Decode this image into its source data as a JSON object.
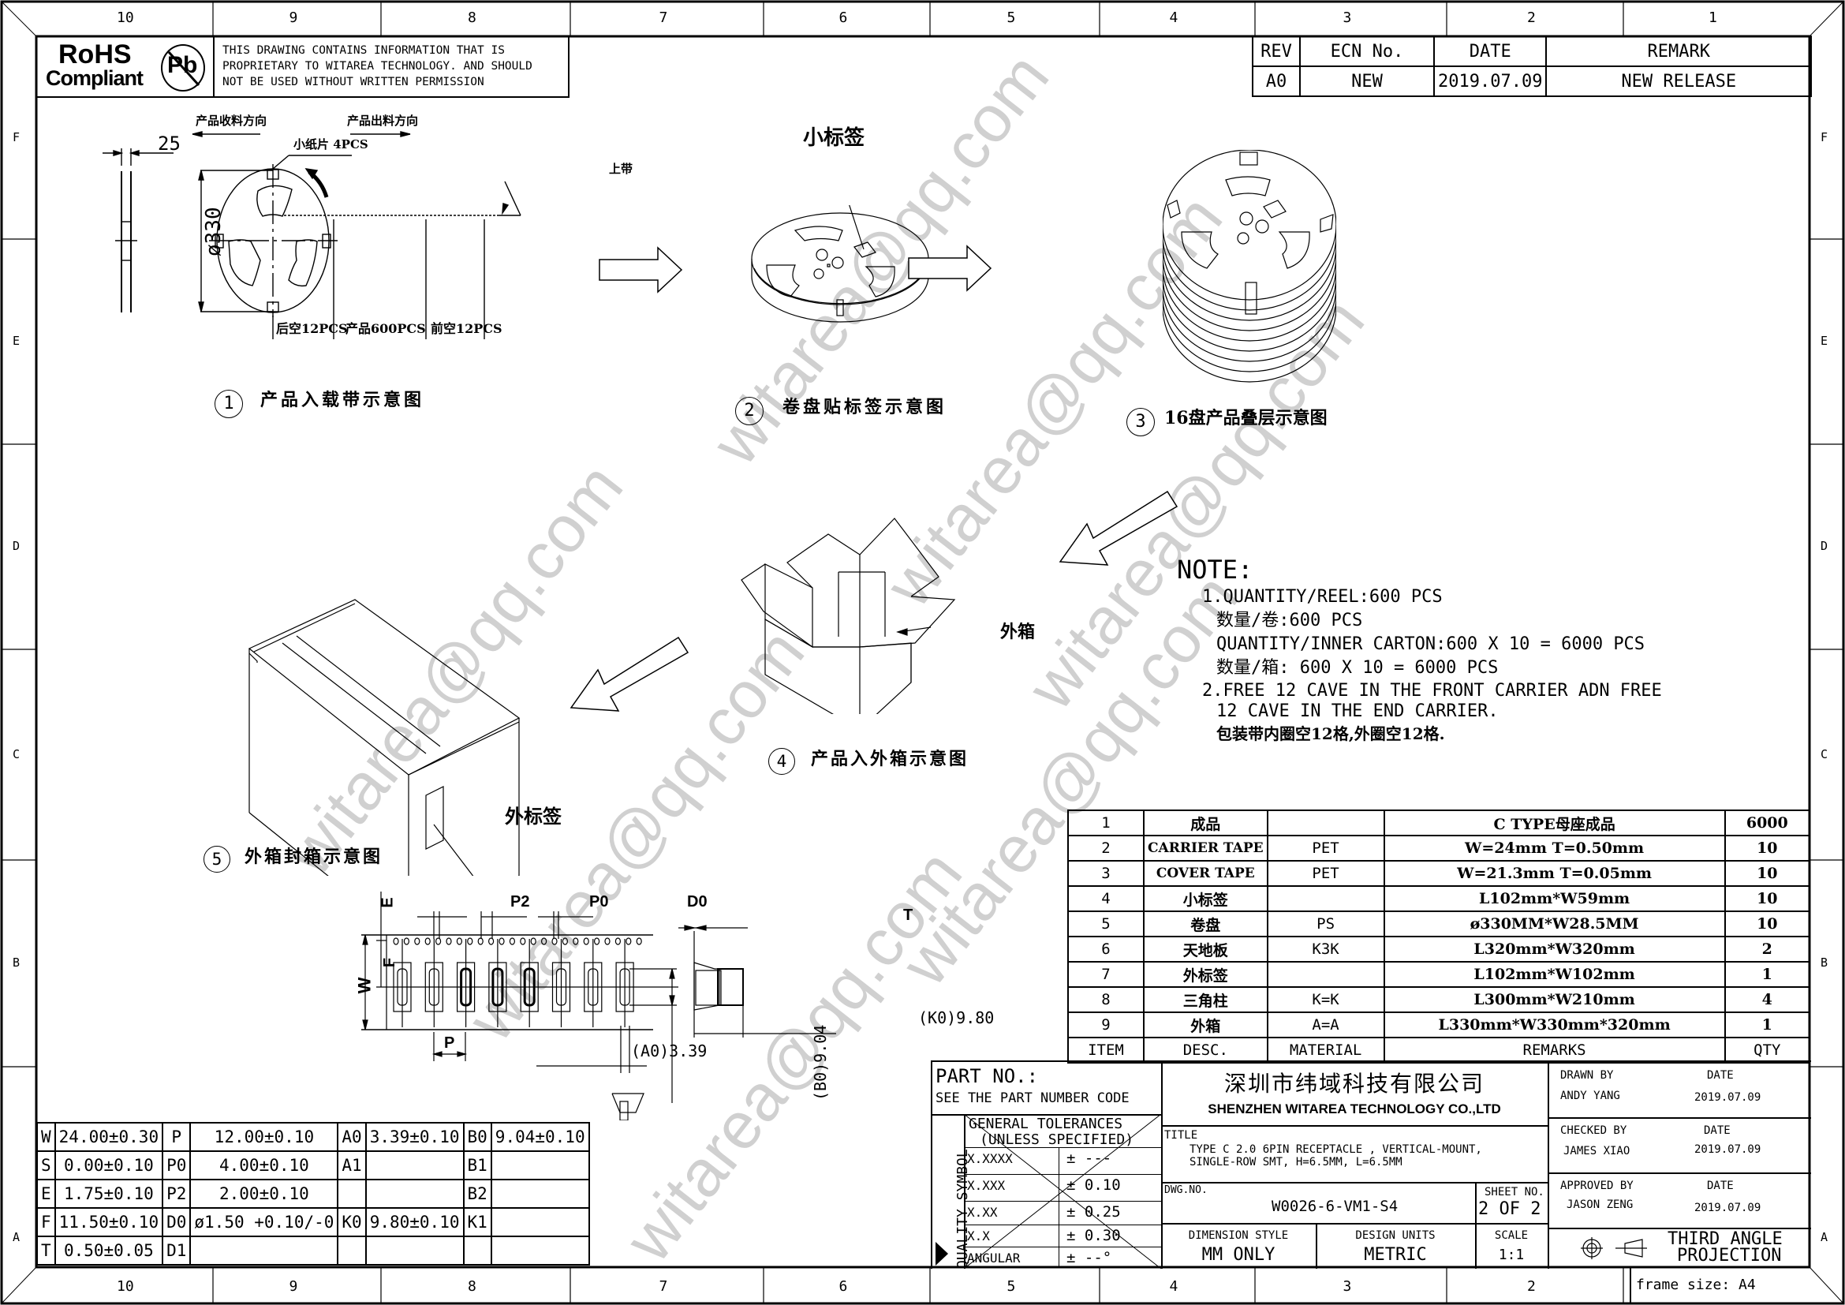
{
  "ruler": {
    "columns_top": [
      "10",
      "9",
      "8",
      "7",
      "6",
      "5",
      "4",
      "3",
      "2",
      "1"
    ],
    "columns_bottom": [
      "10",
      "9",
      "8",
      "7",
      "6",
      "5",
      "4",
      "3",
      "2"
    ],
    "rows": [
      "F",
      "E",
      "D",
      "C",
      "B",
      "A"
    ]
  },
  "rohs": {
    "line1": "RoHS",
    "line2": "Compliant",
    "pb_symbol": "Pb",
    "notice": [
      "THIS DRAWING CONTAINS INFORMATION THAT IS",
      "PROPRIETARY TO WITAREA TECHNOLOGY. AND SHOULD",
      "NOT BE USED WITHOUT WRITTEN PERMISSION"
    ]
  },
  "revision": {
    "headers": [
      "REV",
      "ECN No.",
      "DATE",
      "REMARK"
    ],
    "rows": [
      [
        "A0",
        "NEW",
        "2019.07.09",
        "NEW RELEASE"
      ]
    ]
  },
  "figure1": {
    "dim_width": "25",
    "dim_diameter": "ø330",
    "dir_in": "产品收料方向",
    "dir_out": "产品出料方向",
    "paper_label": "小纸片 4PCS",
    "cover_tape": "上带",
    "seg_rear": "后空12PCS",
    "seg_product": "产品600PCS",
    "seg_front": "前空12PCS",
    "number": "1",
    "caption": "产品入载带示意图"
  },
  "figure2": {
    "label": "小标签",
    "number": "2",
    "caption": "卷盘贴标签示意图"
  },
  "figure3": {
    "number": "3",
    "caption": "16盘产品叠层示意图"
  },
  "figure4": {
    "label": "外箱",
    "number": "4",
    "caption": "产品入外箱示意图"
  },
  "figure5": {
    "label": "外标签",
    "number": "5",
    "caption": "外箱封箱示意图"
  },
  "note": {
    "title": "NOTE:",
    "lines": [
      "1.QUANTITY/REEL:600 PCS",
      "数量/卷:600 PCS",
      "QUANTITY/INNER CARTON:600 X 10 = 6000 PCS",
      "数量/箱: 600 X 10 = 6000  PCS",
      "2.FREE 12 CAVE IN THE FRONT CARRIER  ADN FREE",
      "12 CAVE IN THE END CARRIER.",
      "包装带内圈空12格,外圈空12格."
    ]
  },
  "bom": {
    "headers": [
      "ITEM",
      "DESC.",
      "MATERIAL",
      "REMARKS",
      "QTY"
    ],
    "rows": [
      [
        "1",
        "成品",
        "",
        "C TYPE母座成品",
        "6000"
      ],
      [
        "2",
        "CARRIER TAPE",
        "PET",
        "W=24mm T=0.50mm",
        "10"
      ],
      [
        "3",
        "COVER TAPE",
        "PET",
        "W=21.3mm T=0.05mm",
        "10"
      ],
      [
        "4",
        "小标签",
        "",
        "L102mm*W59mm",
        "10"
      ],
      [
        "5",
        "卷盘",
        "PS",
        "ø330MM*W28.5MM",
        "10"
      ],
      [
        "6",
        "天地板",
        "K3K",
        "L320mm*W320mm",
        "2"
      ],
      [
        "7",
        "外标签",
        "",
        "L102mm*W102mm",
        "1"
      ],
      [
        "8",
        "三角柱",
        "K=K",
        "L300mm*W210mm",
        "4"
      ],
      [
        "9",
        "外箱",
        "A=A",
        "L330mm*W330mm*320mm",
        "1"
      ]
    ]
  },
  "tape_drawing": {
    "labels": {
      "E": "E",
      "F": "F",
      "W": "W",
      "P": "P",
      "P0": "P0",
      "P2": "P2",
      "D0": "D0",
      "T": "T"
    },
    "a0": "(A0)3.39",
    "b0": "(B0)9.04",
    "k0": "(K0)9.80"
  },
  "tape_dims": {
    "rows": [
      [
        "W",
        "24.00±0.30",
        "P",
        "12.00±0.10",
        "A0",
        "3.39±0.10",
        "B0",
        "9.04±0.10"
      ],
      [
        "S",
        "0.00±0.10",
        "P0",
        "4.00±0.10",
        "A1",
        "",
        "B1",
        ""
      ],
      [
        "E",
        "1.75±0.10",
        "P2",
        "2.00±0.10",
        "",
        "",
        "B2",
        ""
      ],
      [
        "F",
        "11.50±0.10",
        "D0",
        "ø1.50 +0.10/-0",
        "K0",
        "9.80±0.10",
        "K1",
        ""
      ],
      [
        "T",
        "0.50±0.05",
        "D1",
        "",
        "",
        "",
        "",
        ""
      ]
    ]
  },
  "title_block": {
    "part_no_label": "PART NO.:",
    "part_no_value": "SEE THE PART NUMBER CODE",
    "company_cn": "深圳市纬域科技有限公司",
    "company_en": "SHENZHEN WITAREA TECHNOLOGY CO.,LTD",
    "quality_symbol": "QUALITY SYMBOL",
    "tolerance_title": "GENERAL TOLERANCES",
    "tolerance_sub": "(UNLESS SPECIFIED)",
    "tolerances": [
      [
        "X.XXXX",
        "± ---"
      ],
      [
        "X.XXX",
        "± 0.10"
      ],
      [
        "X.XX",
        "± 0.25"
      ],
      [
        "X.X",
        "± 0.30"
      ],
      [
        "ANGULAR",
        "± --°"
      ]
    ],
    "title_label": "TITLE",
    "title_line1": "TYPE C 2.0 6PIN RECEPTACLE , VERTICAL-MOUNT,",
    "title_line2": "SINGLE-ROW SMT,  H=6.5MM, L=6.5MM",
    "dwg_label": "DWG.NO.",
    "dwg_no": "W0026-6-VM1-S4",
    "sheet_label": "SHEET NO.",
    "sheet_value": "2 OF 2",
    "dim_style_label": "DIMENSION STYLE",
    "dim_style_value": "MM ONLY",
    "design_units_label": "DESIGN UNITS",
    "design_units_value": "METRIC",
    "scale_label": "SCALE",
    "scale_value": "1:1",
    "drawn_by_label": "DRAWN BY",
    "drawn_by": "ANDY YANG",
    "drawn_date": "2019.07.09",
    "checked_by_label": "CHECKED BY",
    "checked_by": "JAMES XIAO",
    "checked_date": "2019.07.09",
    "approved_by_label": "APPROVED BY",
    "approved_by": "JASON ZENG",
    "approved_date": "2019.07.09",
    "date_label": "DATE",
    "projection_line1": "THIRD ANGLE",
    "projection_line2": "PROJECTION",
    "frame_size": "frame size: A4"
  },
  "watermark": "witarea@qq.com"
}
